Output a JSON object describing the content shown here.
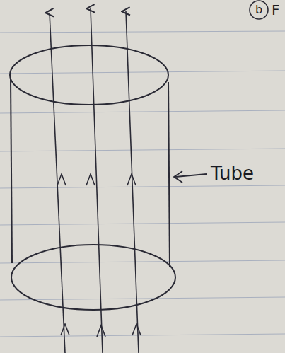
{
  "diagram": {
    "labels": [
      "b",
      "F",
      "Tube"
    ]
  }
}
